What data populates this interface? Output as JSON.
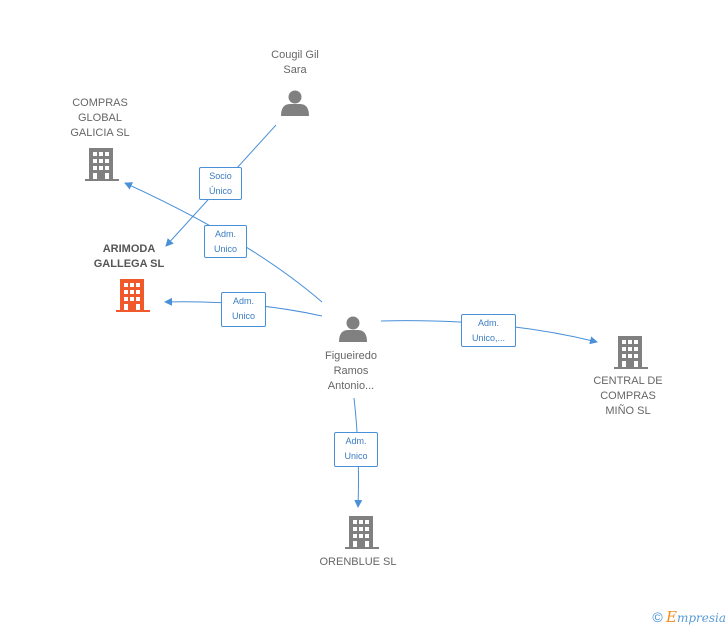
{
  "nodes": {
    "cougil": {
      "label": "Cougil Gil\nSara",
      "type": "person"
    },
    "compras_global": {
      "label": "COMPRAS\nGLOBAL\nGALICIA SL",
      "type": "company"
    },
    "arimoda": {
      "label": "ARIMODA\nGALLEGA SL",
      "type": "company",
      "focus": true
    },
    "figueiredo": {
      "label": "Figueiredo\nRamos\nAntonio...",
      "type": "person"
    },
    "central": {
      "label": "CENTRAL DE\nCOMPRAS\nMIÑO SL",
      "type": "company"
    },
    "orenblue": {
      "label": "ORENBLUE SL",
      "type": "company"
    }
  },
  "edges": {
    "socio_unico": {
      "label": "Socio\nÚnico"
    },
    "adm_unico_compras": {
      "label": "Adm.\nUnico"
    },
    "adm_unico_arimoda": {
      "label": "Adm.\nUnico"
    },
    "adm_unico_central": {
      "label": "Adm.\nUnico,..."
    },
    "adm_unico_orenblue": {
      "label": "Adm.\nUnico"
    }
  },
  "colors": {
    "edge": "#4a90d9",
    "icon": "#808080",
    "focus_icon": "#f0592b"
  },
  "footer": {
    "copyright_symbol": "©",
    "brand_initial": "E",
    "brand_rest": "mpresia"
  }
}
